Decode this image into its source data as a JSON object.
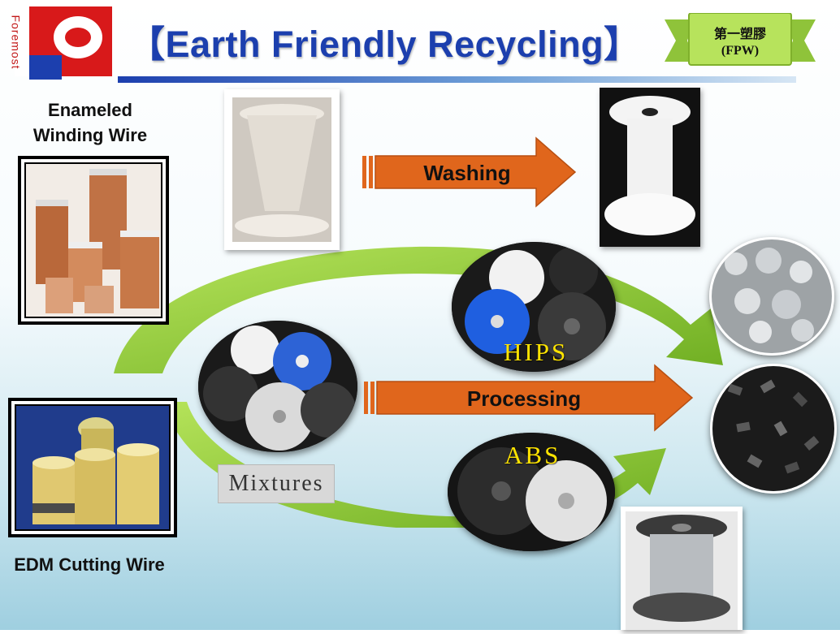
{
  "header": {
    "title": "【Earth Friendly Recycling】",
    "logo_text": "Foremost",
    "badge_line1": "第一塑膠",
    "badge_line2": "(FPW)"
  },
  "products": {
    "enameled": "Enameled Winding Wire",
    "edm": "EDM Cutting Wire"
  },
  "arrows": {
    "washing": "Washing",
    "processing": "Processing"
  },
  "materials": {
    "mixtures": "Mixtures",
    "hips": "HIPS",
    "abs": "ABS"
  },
  "colors": {
    "title_blue": "#1c3fae",
    "arrow_orange": "#e0661c",
    "cycle_green": "#8cc63f",
    "logo_red": "#d8191a",
    "logo_blue": "#1c3fae",
    "badge_green": "#a6d94a",
    "label_yellow": "#ffe400"
  }
}
